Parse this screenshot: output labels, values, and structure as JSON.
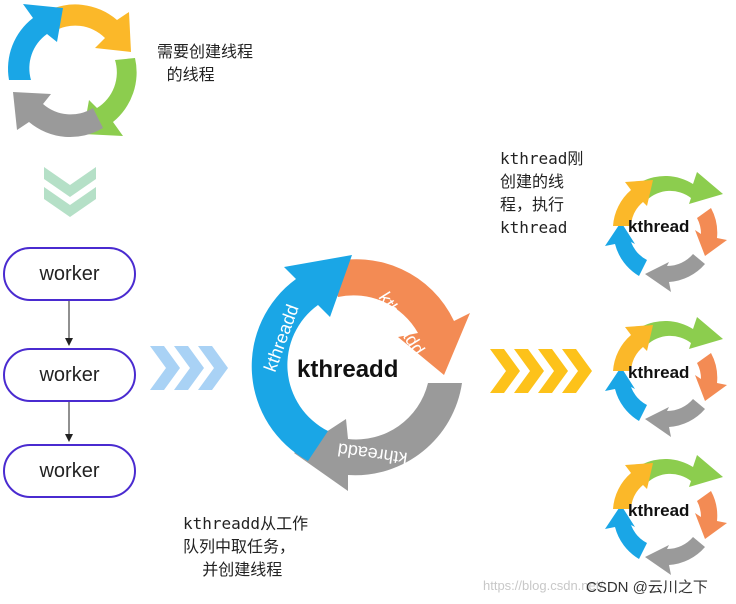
{
  "notes": {
    "need_thread": "需要创建线程\n 的线程",
    "kthread_created": "kthread刚\n创建的线\n程，执行\nkthread",
    "kthreadd_takes": "kthreadd从工作\n队列中取任务，\n  并创建线程"
  },
  "workers": [
    "worker",
    "worker",
    "worker"
  ],
  "center": {
    "label": "kthreadd",
    "arc_labels": [
      "kthreadd",
      "kthreadd",
      "kthreadd"
    ]
  },
  "kthread_cycles": [
    "kthread",
    "kthread",
    "kthread"
  ],
  "watermark": {
    "faint": "https://blog.csdn.net/",
    "credit": "CSDN @云川之下"
  },
  "colors": {
    "yellow": "#fbb829",
    "green": "#8ccd4e",
    "orange": "#f38b54",
    "gray": "#9a9a9a",
    "blue": "#1aa6e6",
    "worker_border": "#4a2bd0",
    "chevron_green": "#b5e0c7",
    "chevron_blue": "#a9d2f5",
    "chevron_yellow": "#fdc21a"
  }
}
